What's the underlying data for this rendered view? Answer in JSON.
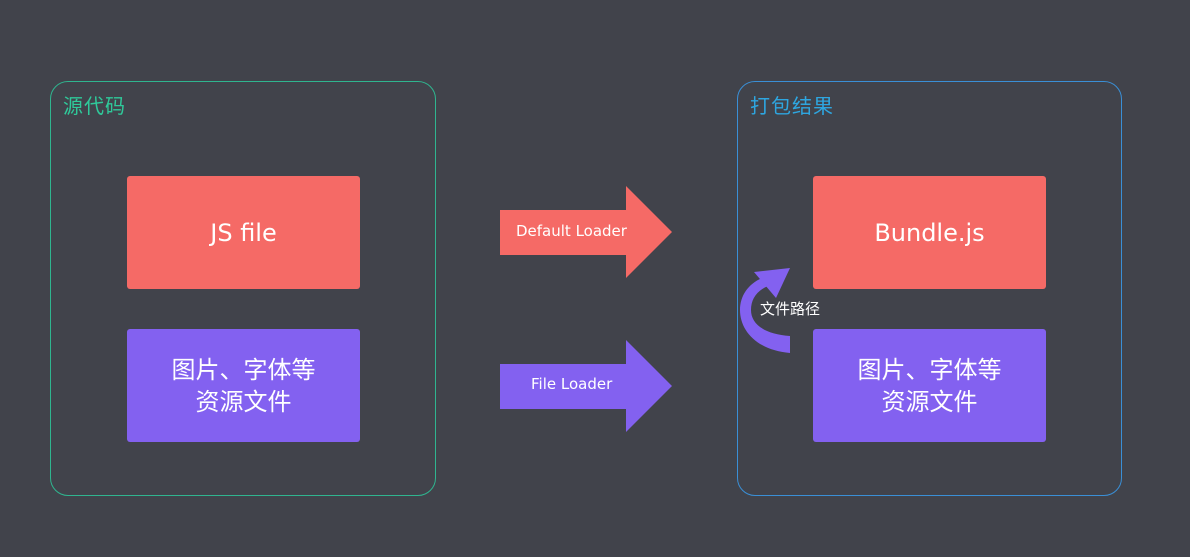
{
  "source": {
    "title": "源代码",
    "js_file": "JS file",
    "resources_line1": "图片、字体等",
    "resources_line2": "资源文件"
  },
  "output": {
    "title": "打包结果",
    "bundle": "Bundle.js",
    "resources_line1": "图片、字体等",
    "resources_line2": "资源文件"
  },
  "arrows": {
    "default_loader": "Default Loader",
    "file_loader": "File Loader",
    "file_path": "文件路径"
  },
  "colors": {
    "background": "#41434b",
    "source_border": "#2fb58f",
    "output_border": "#3a8fd6",
    "red": "#f56a66",
    "purple": "#8361f0"
  }
}
